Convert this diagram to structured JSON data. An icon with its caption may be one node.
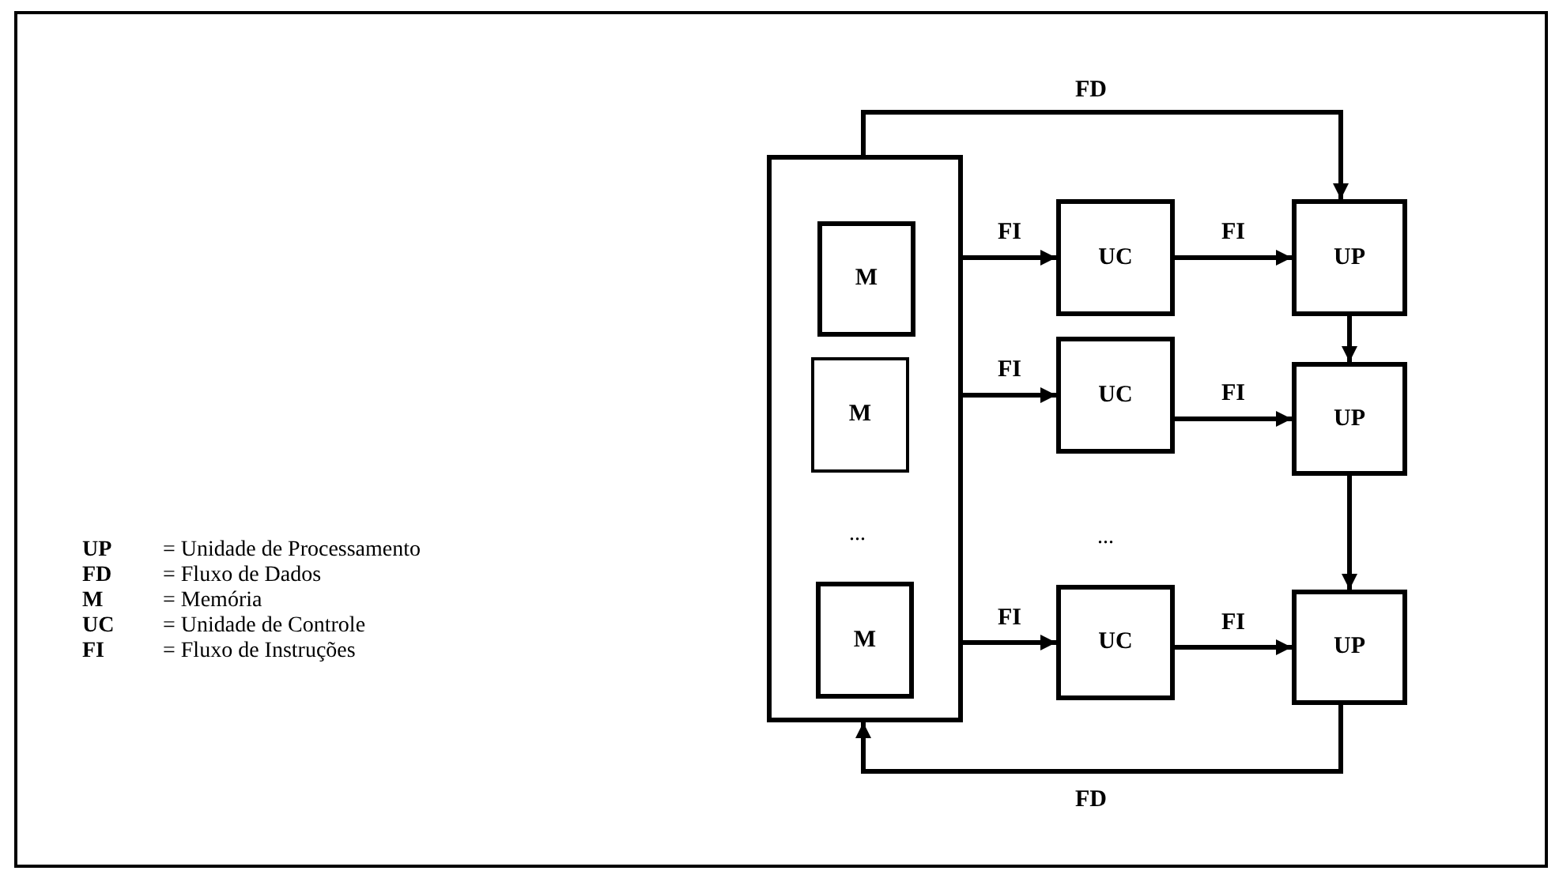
{
  "diagram": {
    "nodes": [
      {
        "text": [],
        "shape": "box"
      },
      {
        "text": [
          "M"
        ],
        "in": 0
      },
      {
        "text": [
          "M"
        ],
        "in": 0
      },
      {
        "text": [
          "M"
        ],
        "in": 0
      },
      {
        "text": [
          "UC"
        ]
      },
      {
        "text": [
          "UC"
        ]
      },
      {
        "text": [
          "UC"
        ]
      },
      {
        "text": [
          "UP"
        ]
      },
      {
        "text": [
          "UP"
        ]
      },
      {
        "text": [
          "UP"
        ]
      }
    ],
    "edges": [
      {
        "from": 0,
        "to": 7,
        "arrow": "to",
        "label": "FD"
      },
      {
        "from": 0,
        "to": 4,
        "arrow": "to",
        "label": "FI"
      },
      {
        "from": 4,
        "to": 7,
        "arrow": "to",
        "label": "FI"
      },
      {
        "from": 0,
        "to": 5,
        "arrow": "to",
        "label": "FI"
      },
      {
        "from": 5,
        "to": 8,
        "arrow": "to",
        "label": "FI"
      },
      {
        "from": 0,
        "to": 6,
        "arrow": "to",
        "label": "FI"
      },
      {
        "from": 6,
        "to": 9,
        "arrow": "to",
        "label": "FI"
      },
      {
        "from": 7,
        "to": 8,
        "arrow": "to"
      },
      {
        "from": 8,
        "to": 9,
        "arrow": "to"
      },
      {
        "from": 9,
        "to": 0,
        "arrow": "to",
        "label": "FD"
      }
    ],
    "labels": [
      "UP",
      "= Unidade de Processamento",
      "FD",
      "= Fluxo de Dados",
      "M",
      "= Memória",
      "UC",
      "= Unidade de Controle",
      "FI",
      "= Fluxo de Instruções",
      "...",
      "..."
    ]
  }
}
